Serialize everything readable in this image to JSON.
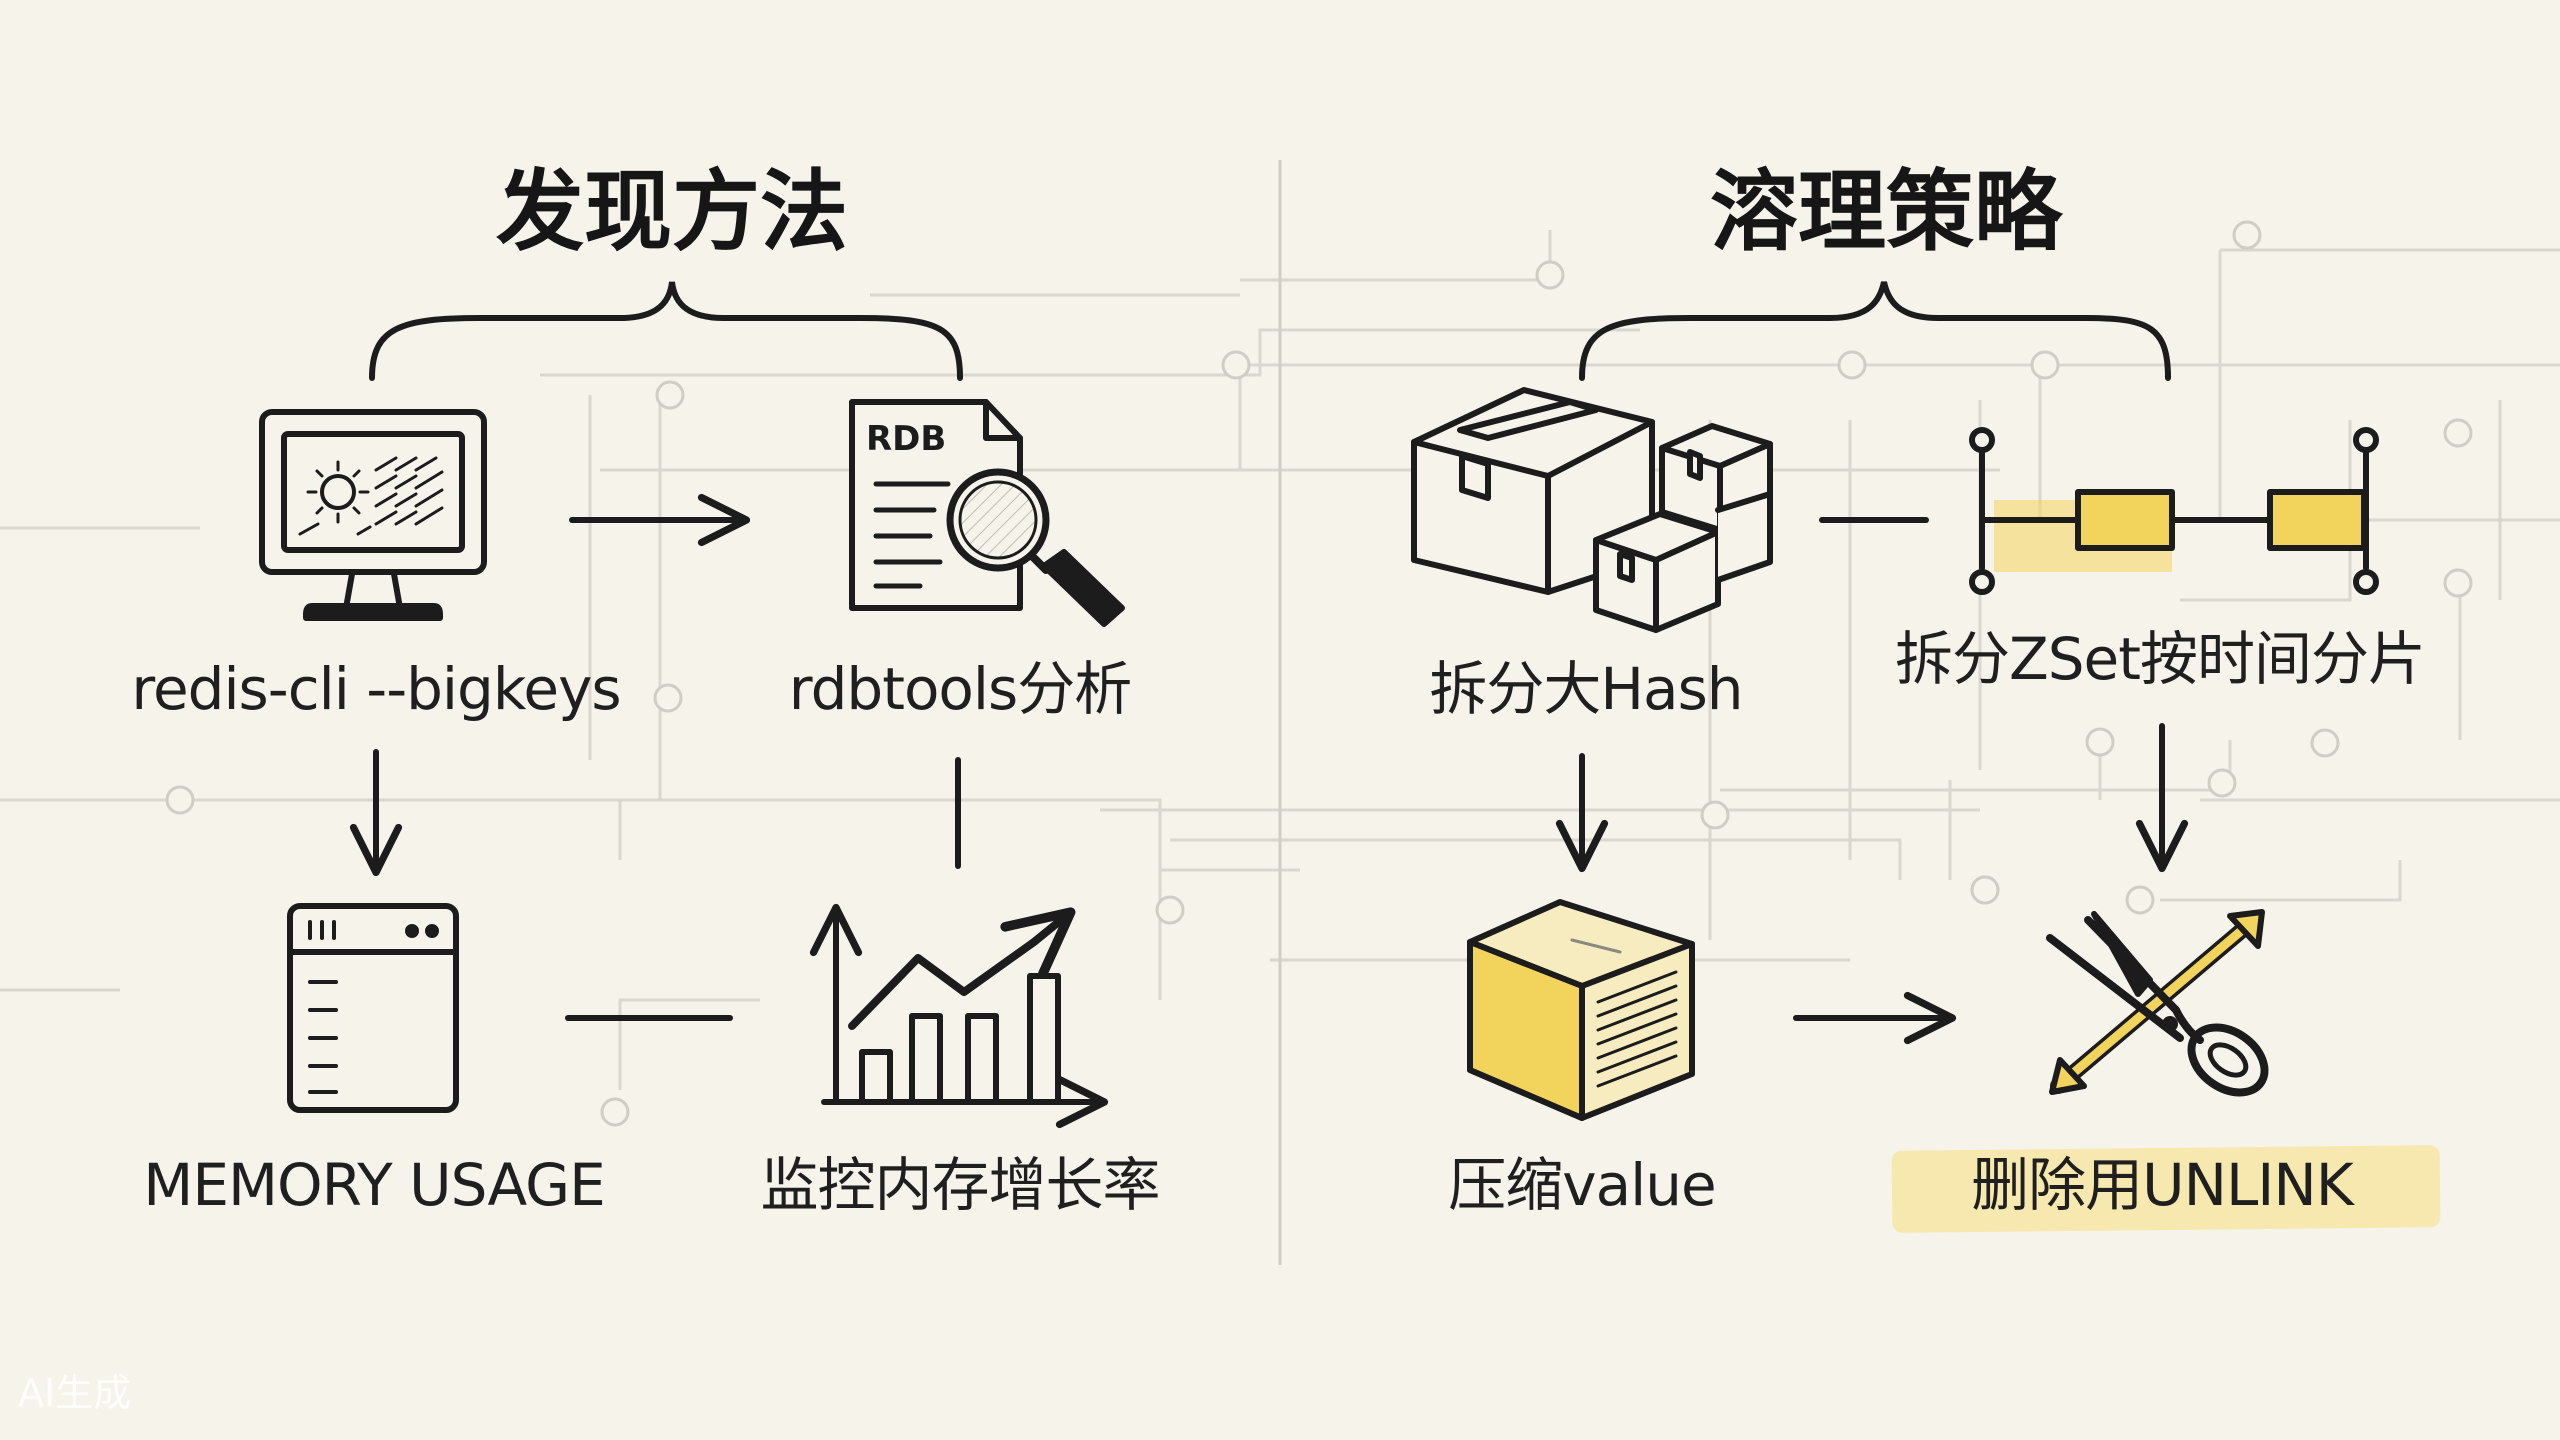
{
  "sections": {
    "discovery": {
      "title": "发现方法"
    },
    "remediation": {
      "title": "溶理策略"
    }
  },
  "nodes": {
    "redis_cli": {
      "label": "redis-cli --bigkeys",
      "icon": "monitor-icon"
    },
    "rdbtools": {
      "label": "rdbtools分析",
      "icon": "rdb-document-magnifier-icon",
      "icon_text": "RDB"
    },
    "memory_usage": {
      "label": "MEMORY USAGE",
      "icon": "terminal-window-icon"
    },
    "monitor_growth": {
      "label": "监控内存增长率",
      "icon": "growth-bar-chart-icon"
    },
    "split_hash": {
      "label": "拆分大Hash",
      "icon": "boxes-icon"
    },
    "split_zset": {
      "label": "拆分ZSet按时间分片",
      "icon": "timeline-segments-icon"
    },
    "compress_value": {
      "label": "压缩value",
      "icon": "compressed-box-icon"
    },
    "unlink_delete": {
      "label": "删除用UNLINK",
      "icon": "scissors-icon",
      "highlighted": true
    }
  },
  "watermark": "AI生成",
  "colors": {
    "background": "#f5f3ea",
    "ink": "#1c1c1c",
    "accent_yellow": "#f2d45c",
    "highlight_yellow": "#f6e49a",
    "circuit_gray": "#d9d7cf"
  }
}
